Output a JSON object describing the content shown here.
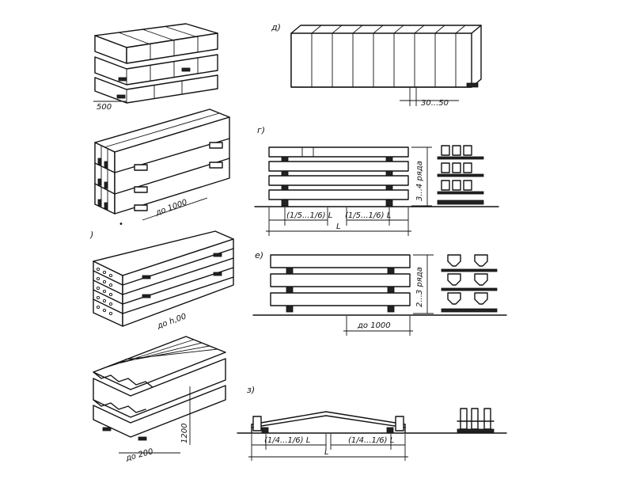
{
  "labels": {
    "a": "500",
    "b": "до 1000",
    "c": "до h,00",
    "d": "до 200",
    "d_h": "1200",
    "partial_letter": ")",
    "dot": "•"
  },
  "panel_d": {
    "letter": "д)",
    "dim": "30...50"
  },
  "panel_g": {
    "letter": "г)",
    "span_l": "(1/5...1/6) L",
    "span_r": "(1/5...1/6) L",
    "total": "L",
    "rows": "3...4 ряда"
  },
  "panel_e": {
    "letter": "е)",
    "dim": "до 1000",
    "rows": "2...3 ряда"
  },
  "panel_z": {
    "letter": "з)",
    "span_l": "(1/4...1/6) L",
    "span_r": "(1/4...1/6) L",
    "total": "L"
  },
  "colors": {
    "ink": "#111111",
    "paper": "#ffffff"
  }
}
